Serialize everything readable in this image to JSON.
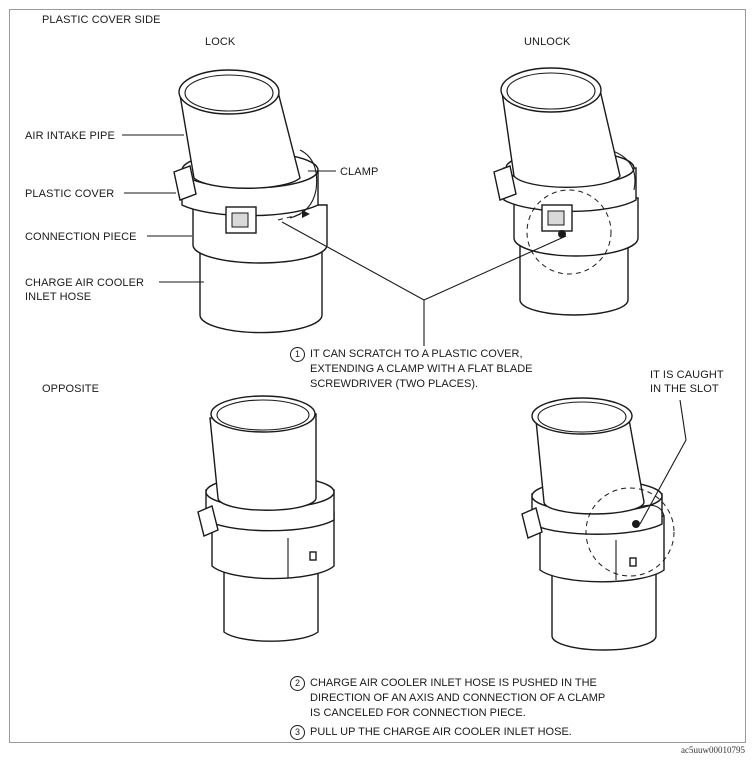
{
  "sections": {
    "plastic_cover_side": "PLASTIC COVER SIDE",
    "opposite": "OPPOSITE"
  },
  "states": {
    "lock": "LOCK",
    "unlock": "UNLOCK"
  },
  "labels": {
    "air_intake_pipe": "AIR INTAKE PIPE",
    "plastic_cover": "PLASTIC COVER",
    "connection_piece": "CONNECTION PIECE",
    "inlet_hose": "CHARGE AIR COOLER\nINLET HOSE",
    "clamp": "CLAMP",
    "caught": "IT IS CAUGHT\nIN THE SLOT"
  },
  "steps": [
    {
      "num": "1",
      "text": "IT CAN SCRATCH TO A PLASTIC COVER,\nEXTENDING A CLAMP WITH A FLAT BLADE\nSCREWDRIVER (TWO PLACES)."
    },
    {
      "num": "2",
      "text": "CHARGE AIR COOLER INLET HOSE IS PUSHED IN THE\nDIRECTION OF AN AXIS AND CONNECTION OF A CLAMP\nIS CANCELED FOR CONNECTION PIECE."
    },
    {
      "num": "3",
      "text": "PULL UP THE CHARGE AIR COOLER INLET HOSE."
    }
  ],
  "caption": "ac5uuw00010795"
}
